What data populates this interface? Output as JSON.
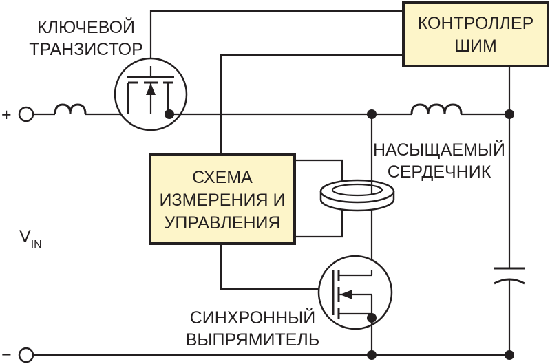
{
  "labels": {
    "switch_transistor": [
      "КЛЮЧЕВОЙ",
      "ТРАНЗИСТОР"
    ],
    "pwm_controller": [
      "КОНТРОЛЛЕР",
      "ШИМ"
    ],
    "sense_control": [
      "СХЕМА",
      "ИЗМЕРЕНИЯ И",
      "УПРАВЛЕНИЯ"
    ],
    "saturable_core": [
      "НАСЫЩАЕМЫЙ",
      "СЕРДЕЧНИК"
    ],
    "sync_rectifier": [
      "СИНХРОННЫЙ",
      "ВЫПРЯМИТЕЛЬ"
    ],
    "vin_main": "V",
    "vin_sub": "IN",
    "plus": "+",
    "minus": "−"
  },
  "colors": {
    "line": "#231f20",
    "box_fill": "#fdf5c9"
  }
}
